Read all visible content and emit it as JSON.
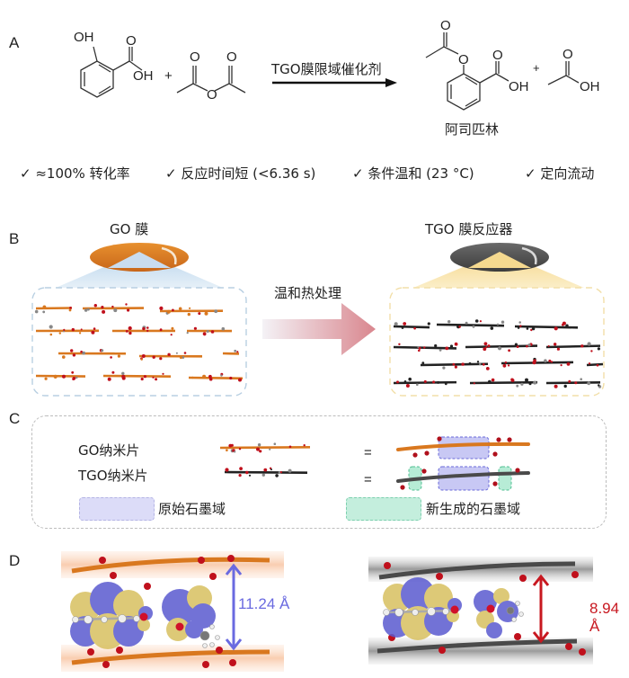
{
  "panels": {
    "A": {
      "label": "A",
      "reactant1": {
        "name": "salicylic-acid",
        "oh_label": "OH",
        "cooh_o": "O",
        "cooh_oh": "OH"
      },
      "plus1": "+",
      "reactant2": {
        "name": "acetic-anhydride",
        "o1": "O",
        "o2": "O",
        "o_bridge": "O"
      },
      "arrow_label": "TGO膜限域催化剂",
      "product1": {
        "name": "aspirin",
        "label": "阿司匹林",
        "o_ester_carbonyl": "O",
        "o_ester": "O",
        "cooh_o": "O",
        "cooh_oh": "OH"
      },
      "plus2": "+",
      "product2": {
        "name": "acetic-acid",
        "o": "O",
        "oh": "OH"
      },
      "features": [
        {
          "check": "✓",
          "text": "≈100% 转化率"
        },
        {
          "check": "✓",
          "text": "反应时间短 (<6.36 s)"
        },
        {
          "check": "✓",
          "text": "条件温和 (23 °C)"
        },
        {
          "check": "✓",
          "text": "定向流动"
        }
      ]
    },
    "B": {
      "label": "B",
      "left_title": "GO 膜",
      "right_title": "TGO 膜反应器",
      "arrow_label": "温和热处理"
    },
    "C": {
      "label": "C",
      "row1_label": "GO纳米片",
      "row2_label": "TGO纳米片",
      "equals": "=",
      "legend_pristine": "原始石墨域",
      "legend_new": "新生成的石墨域"
    },
    "D": {
      "label": "D",
      "left_distance": "11.24 Å",
      "right_distance": "8.94 Å"
    }
  },
  "colors": {
    "go_orange": "#d9781f",
    "tgo_gray": "#4a4a4a",
    "oxygen_red": "#c0101c",
    "pristine_blue": "#c8c8f4",
    "pristine_border": "#6a6ad8",
    "new_green": "#b7ecd6",
    "new_border": "#4fbf92",
    "left_arrow": "#6a6ae0",
    "right_arrow": "#c81820",
    "orbital_blue": "#5a5ad0",
    "orbital_yellow": "#d8c060"
  }
}
